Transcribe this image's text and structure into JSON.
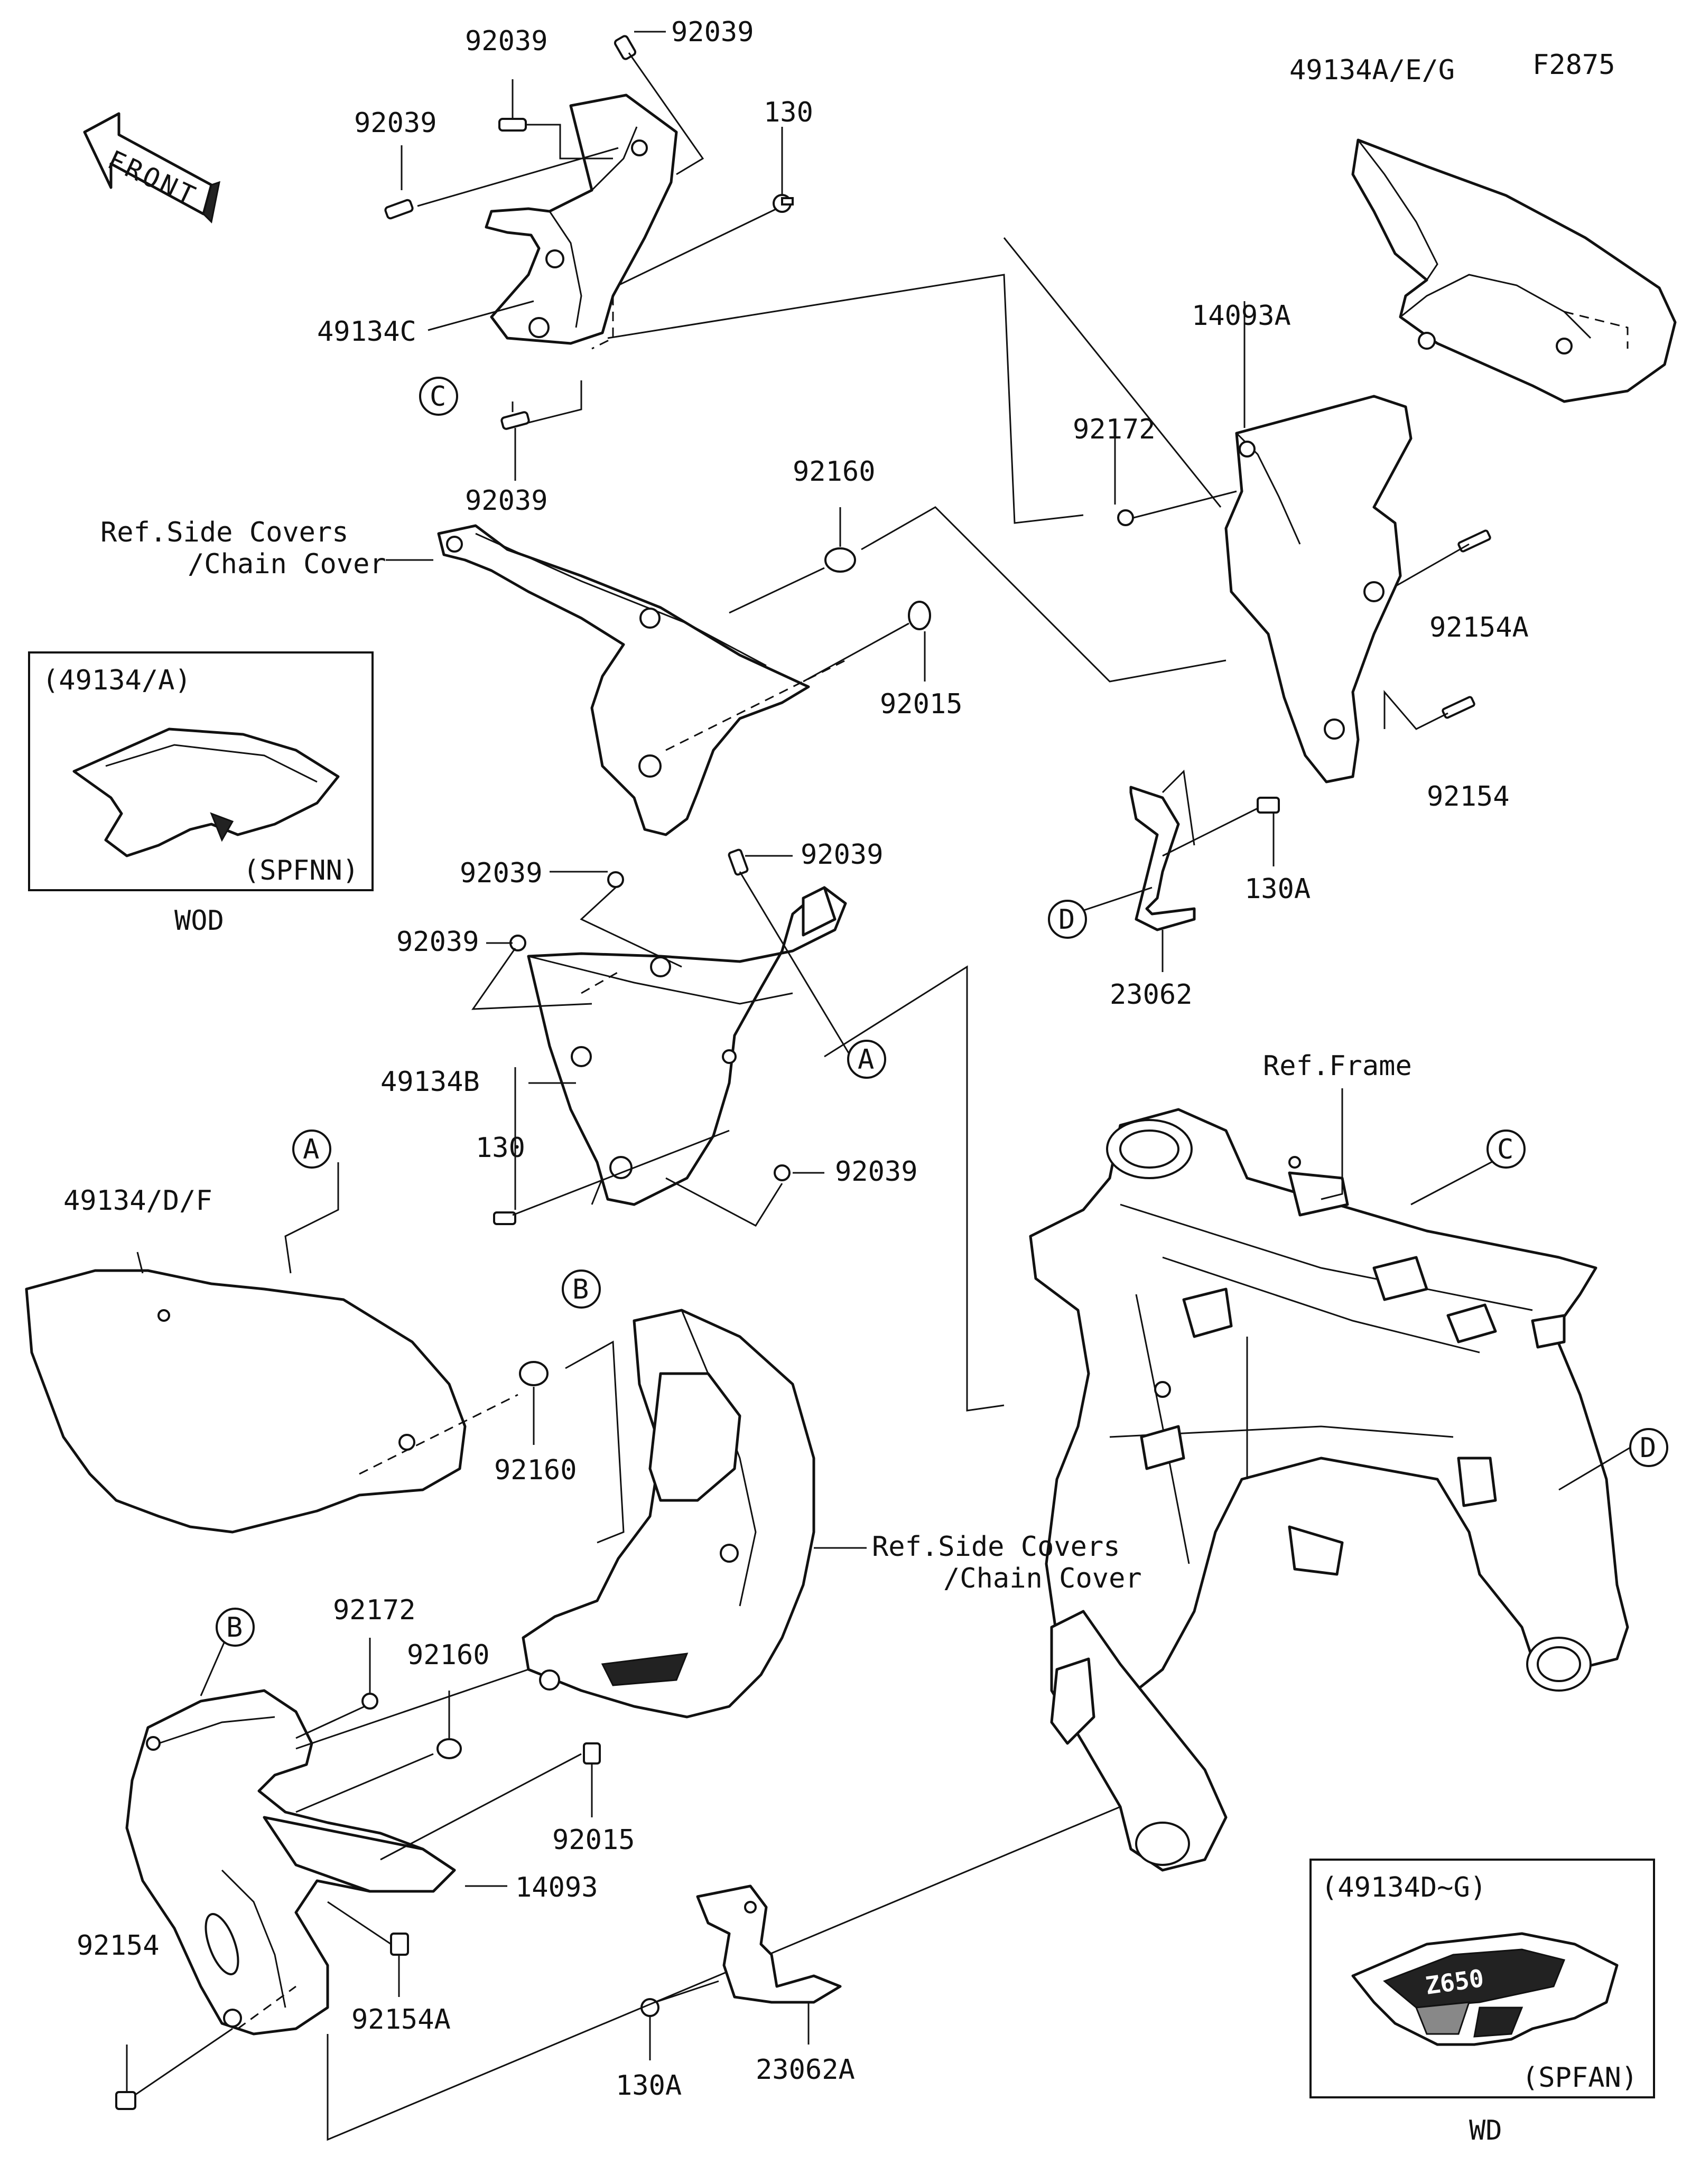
{
  "figure_code": "F2875",
  "front_label": "FRONT",
  "part_labels": {
    "p92039_a": "92039",
    "p92039_b": "92039",
    "p92039_c": "92039",
    "p92039_d": "92039",
    "p92039_e": "92039",
    "p92039_f": "92039",
    "p92039_g": "92039",
    "p92039_h": "92039",
    "p130": "130",
    "p130b": "130",
    "p49134c": "49134C",
    "p49134aeg": "49134A/E/G",
    "p14093a": "14093A",
    "p92172a": "92172",
    "p92160a": "92160",
    "p92015a": "92015",
    "p92154a_a": "92154A",
    "p92154_a": "92154",
    "p130a_a": "130A",
    "p23062": "23062",
    "p49134b": "49134B",
    "p49134df": "49134/D/F",
    "p92160b": "92160",
    "p92172b": "92172",
    "p92160c": "92160",
    "p92015b": "92015",
    "p14093": "14093",
    "p92154_b": "92154",
    "p92154a_b": "92154A",
    "p130a_b": "130A",
    "p23062a": "23062A"
  },
  "ref_labels": {
    "ref_side_1": "Ref.Side Covers",
    "ref_side_1b": "/Chain Cover",
    "ref_side_2": "Ref.Side Covers",
    "ref_side_2b": "/Chain Cover",
    "ref_frame": "Ref.Frame"
  },
  "callouts": {
    "c1": "C",
    "c2": "C",
    "d1": "D",
    "d2": "D",
    "a1": "A",
    "a2": "A",
    "b1": "B",
    "b2": "B"
  },
  "insets": {
    "left": {
      "title": "(49134/A)",
      "code": "(SPFNN)",
      "caption": "WOD"
    },
    "right": {
      "title": "(49134D~G)",
      "code": "(SPFAN)",
      "caption": "WD",
      "badge": "Z650"
    }
  }
}
